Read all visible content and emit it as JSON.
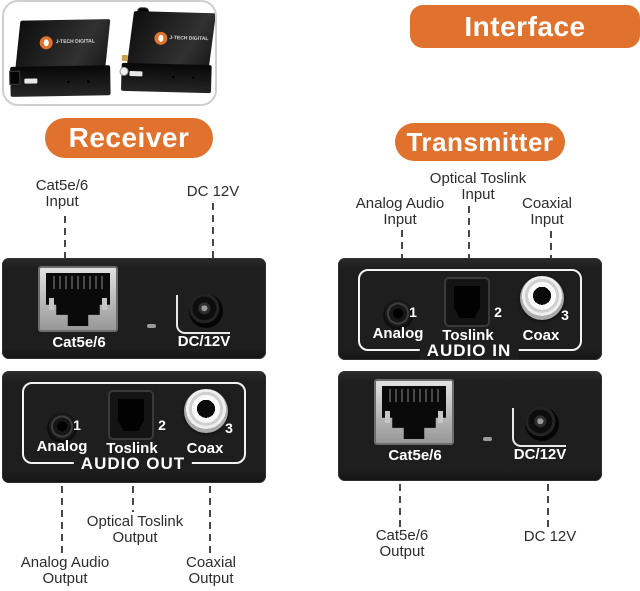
{
  "colors": {
    "accent": "#e0722e",
    "panel": "#1e1e1e",
    "label_text": "#2c2c2c"
  },
  "photo": {
    "brand": "J-TECH DIGITAL"
  },
  "interface_badge": "Interface",
  "receiver": {
    "title": "Receiver",
    "callouts_top": {
      "cat5": [
        "Cat5e/6",
        "Input"
      ],
      "dc": [
        "DC 12V"
      ]
    },
    "rj45_panel": {
      "port": "Cat5e/6",
      "dc": "DC/12V"
    },
    "audio_panel": {
      "banner": "AUDIO OUT",
      "ports": [
        {
          "num": "1",
          "label": "Analog"
        },
        {
          "num": "2",
          "label": "Toslink"
        },
        {
          "num": "3",
          "label": "Coax"
        }
      ]
    },
    "callouts_bottom": {
      "optical": [
        "Optical Toslink",
        "Output"
      ],
      "analog": [
        "Analog Audio",
        "Output"
      ],
      "coax": [
        "Coaxial",
        "Output"
      ]
    }
  },
  "transmitter": {
    "title": "Transmitter",
    "callouts_top": {
      "analog": [
        "Analog Audio",
        "Input"
      ],
      "optical": [
        "Optical Toslink",
        "Input"
      ],
      "coax": [
        "Coaxial",
        "Input"
      ]
    },
    "audio_panel": {
      "banner": "AUDIO IN",
      "ports": [
        {
          "num": "1",
          "label": "Analog"
        },
        {
          "num": "2",
          "label": "Toslink"
        },
        {
          "num": "3",
          "label": "Coax"
        }
      ]
    },
    "rj45_panel": {
      "port": "Cat5e/6",
      "dc": "DC/12V"
    },
    "callouts_bottom": {
      "cat5": [
        "Cat5e/6",
        "Output"
      ],
      "dc": [
        "DC 12V"
      ]
    }
  }
}
